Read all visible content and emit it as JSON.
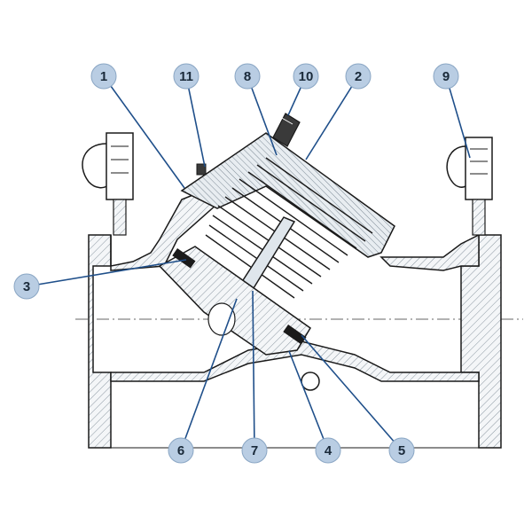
{
  "callouts": [
    {
      "id": "c1",
      "label": "1"
    },
    {
      "id": "c11",
      "label": "11"
    },
    {
      "id": "c8",
      "label": "8"
    },
    {
      "id": "c10",
      "label": "10"
    },
    {
      "id": "c2",
      "label": "2"
    },
    {
      "id": "c9",
      "label": "9"
    },
    {
      "id": "c3",
      "label": "3"
    },
    {
      "id": "c6",
      "label": "6"
    },
    {
      "id": "c7",
      "label": "7"
    },
    {
      "id": "c4",
      "label": "4"
    },
    {
      "id": "c5",
      "label": "5"
    }
  ],
  "colors": {
    "outline": "#1a1a1a",
    "callout_fill": "#b9cde3",
    "leader": "#1f4f8a",
    "section_fill": "#eef2f5",
    "hatch": "#6a7a86"
  }
}
